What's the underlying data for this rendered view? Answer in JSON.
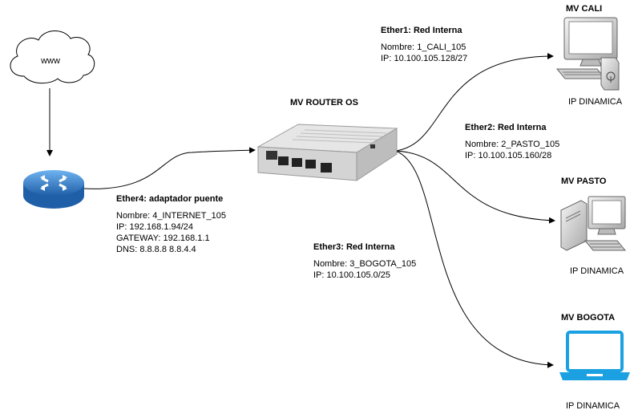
{
  "cloud": {
    "label": "www"
  },
  "router": {
    "title": "MV ROUTER OS"
  },
  "ether1": {
    "head": "Ether1: Red Interna",
    "lines": [
      "Nombre: 1_CALI_105",
      "IP: 10.100.105.128/27"
    ]
  },
  "ether2": {
    "head": "Ether2: Red Interna",
    "lines": [
      "Nombre: 2_PASTO_105",
      "IP: 10.100.105.160/28"
    ]
  },
  "ether3": {
    "head": "Ether3: Red Interna",
    "lines": [
      "Nombre: 3_BOGOTA_105",
      "IP: 10.100.105.0/25"
    ]
  },
  "ether4": {
    "head": "Ether4: adaptador puente",
    "lines": [
      "Nombre: 4_INTERNET_105",
      "IP: 192.168.1.94/24",
      "GATEWAY: 192.168.1.1",
      "DNS: 8.8.8.8  8.8.4.4"
    ]
  },
  "cali": {
    "title": "MV CALI",
    "ip": "IP DINAMICA"
  },
  "pasto": {
    "title": "MV PASTO",
    "ip": "IP DINAMICA"
  },
  "bogota": {
    "title": "MV BOGOTA",
    "ip": "IP DINAMICA"
  },
  "colors": {
    "line": "#000000",
    "router_blue": "#2f7fcf",
    "laptop_blue": "#1ba1e2",
    "pc_gray": "#c8c8c8"
  }
}
